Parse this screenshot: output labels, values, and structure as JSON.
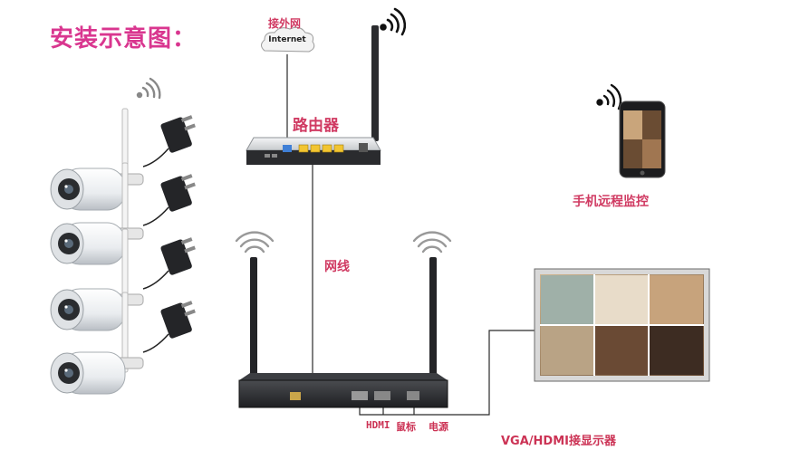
{
  "title": "安装示意图：",
  "internet": {
    "label_cn": "接外网",
    "cloud_text": "Internet"
  },
  "router": {
    "label": "路由器"
  },
  "cable": {
    "label": "网线"
  },
  "phone": {
    "label": "手机远程监控"
  },
  "nvr_ports": {
    "hdmi": "HDMI",
    "mouse": "鼠标",
    "power": "电源"
  },
  "monitor": {
    "label": "VGA/HDMI接显示器"
  },
  "colors": {
    "title": "#d9368f",
    "label": "#d03a62",
    "router_port": "#f2c531",
    "lan_port": "#3f7fd6"
  },
  "cameras": [
    {
      "name": "camera-1"
    },
    {
      "name": "camera-2"
    },
    {
      "name": "camera-3"
    },
    {
      "name": "camera-4"
    }
  ],
  "adapters": [
    {
      "name": "power-adapter-1"
    },
    {
      "name": "power-adapter-2"
    },
    {
      "name": "power-adapter-3"
    },
    {
      "name": "power-adapter-4"
    }
  ]
}
